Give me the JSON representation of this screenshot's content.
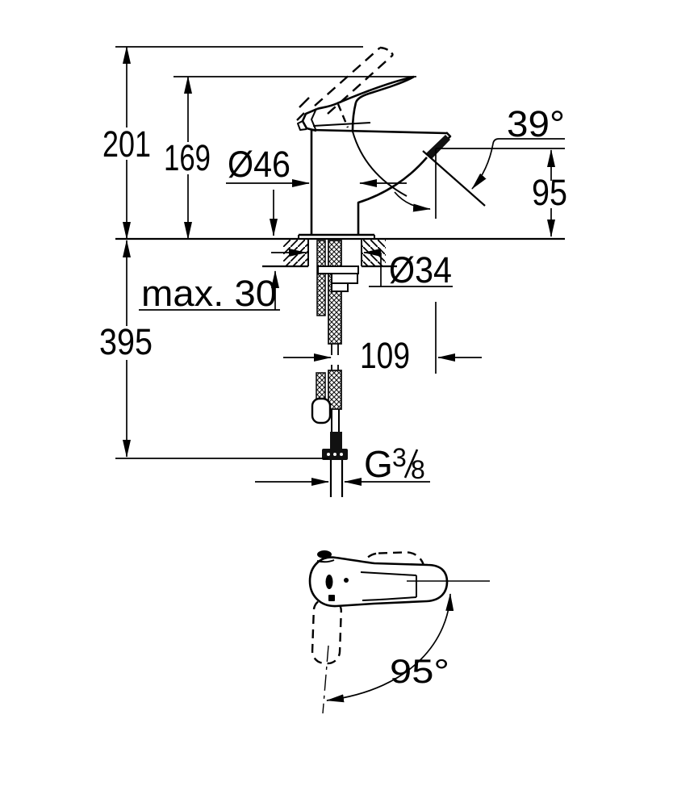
{
  "canvas": {
    "background": "#ffffff",
    "ink": "#000000"
  },
  "side_view": {
    "labels": {
      "total_height": "201",
      "handle_top_height": "169",
      "body_diameter": "Ø46",
      "stream_angle": "39°",
      "spout_height": "95",
      "hole_diameter": "Ø34",
      "max_deck_thickness": "max. 30",
      "below_deck_length": "395",
      "spout_projection": "109",
      "thread_letter": "G",
      "thread_numerator": "3",
      "thread_denominator": "8"
    }
  },
  "plan_view": {
    "labels": {
      "swivel_angle": "95°"
    }
  }
}
